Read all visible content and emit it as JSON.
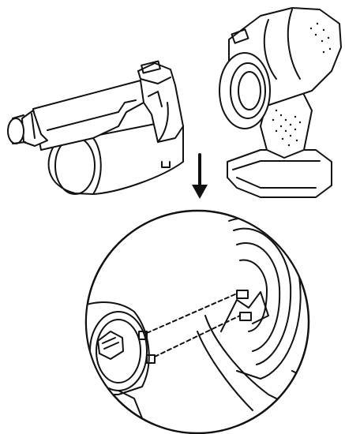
{
  "figure": {
    "ink": "#111111",
    "paper": "#ffffff",
    "parts": [
      {
        "name": "dust-container"
      },
      {
        "name": "motor-handle-unit"
      },
      {
        "name": "direction-arrow"
      },
      {
        "name": "magnified-detail"
      }
    ]
  }
}
